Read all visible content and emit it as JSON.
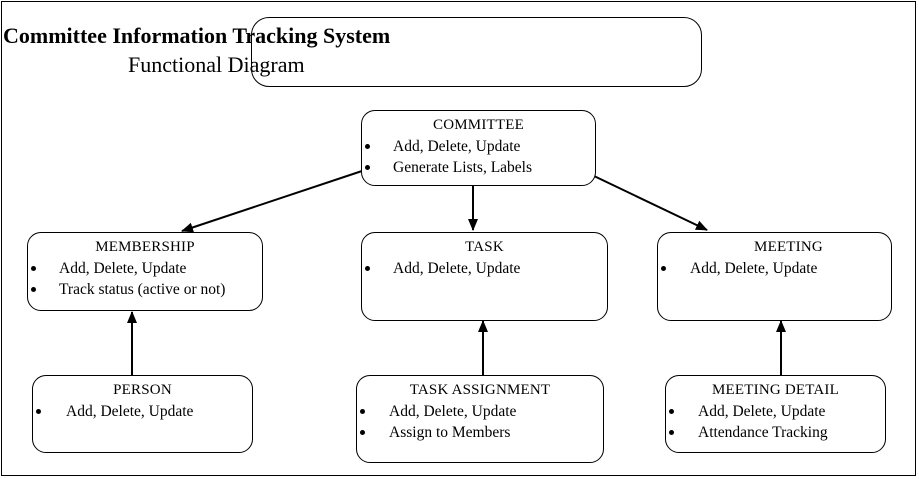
{
  "header": {
    "title": "Committee Information Tracking System",
    "subtitle": "Functional Diagram"
  },
  "nodes": {
    "committee": {
      "title": "COMMITTEE",
      "items": [
        "Add, Delete, Update",
        "Generate Lists, Labels"
      ]
    },
    "membership": {
      "title": "MEMBERSHIP",
      "items": [
        "Add, Delete, Update",
        "Track status (active or not)"
      ]
    },
    "task": {
      "title": "TASK",
      "items": [
        "Add, Delete, Update"
      ]
    },
    "meeting": {
      "title": "MEETING",
      "items": [
        "Add, Delete, Update"
      ]
    },
    "person": {
      "title": "PERSON",
      "items": [
        "Add, Delete, Update"
      ]
    },
    "task_assignment": {
      "title": "TASK ASSIGNMENT",
      "items": [
        "Add, Delete, Update",
        "Assign to Members"
      ]
    },
    "meeting_detail": {
      "title": "MEETING DETAIL",
      "items": [
        "Add, Delete, Update",
        "Attendance Tracking"
      ]
    }
  },
  "colors": {
    "line": "#000000",
    "background": "#ffffff"
  }
}
